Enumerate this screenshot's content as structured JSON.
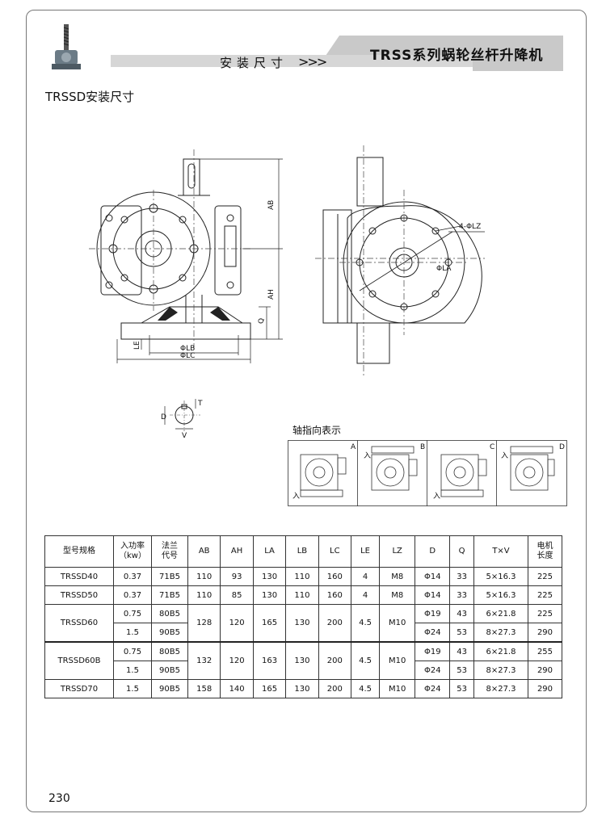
{
  "header": {
    "section_label": "安装尺寸",
    "chevrons": ">>>",
    "series_title": "TRSS系列蜗轮丝杆升降机"
  },
  "subtitle": "TRSSD安装尺寸",
  "drawing_labels": {
    "ab": "AB",
    "ah": "AH",
    "q": "Q",
    "le": "LE",
    "lb": "ΦLB",
    "lc": "ΦLC",
    "lz": "4-ΦLZ",
    "la": "ΦLA",
    "d": "D",
    "t": "T",
    "v": "V"
  },
  "direction": {
    "title": "轴指向表示",
    "panels": [
      "A",
      "B",
      "C",
      "D"
    ],
    "input_label": "入"
  },
  "table": {
    "headers": [
      [
        "型号规格"
      ],
      [
        "入功率",
        "（kw）"
      ],
      [
        "法兰",
        "代号"
      ],
      [
        "AB"
      ],
      [
        "AH"
      ],
      [
        "LA"
      ],
      [
        "LB"
      ],
      [
        "LC"
      ],
      [
        "LE"
      ],
      [
        "LZ"
      ],
      [
        "D"
      ],
      [
        "Q"
      ],
      [
        "T×V"
      ],
      [
        "电机",
        "长度"
      ]
    ],
    "rows": [
      {
        "model": "TRSSD40",
        "power": "0.37",
        "flange": "71B5",
        "ab": "110",
        "ah": "93",
        "la": "130",
        "lb": "110",
        "lc": "160",
        "le": "4",
        "lz": "M8",
        "d": "Φ14",
        "q": "33",
        "tv": "5×16.3",
        "motor": "225"
      },
      {
        "model": "TRSSD50",
        "power": "0.37",
        "flange": "71B5",
        "ab": "110",
        "ah": "85",
        "la": "130",
        "lb": "110",
        "lc": "160",
        "le": "4",
        "lz": "M8",
        "d": "Φ14",
        "q": "33",
        "tv": "5×16.3",
        "motor": "225"
      },
      {
        "model": "TRSSD60",
        "ab": "128",
        "ah": "120",
        "la": "165",
        "lb": "130",
        "lc": "200",
        "le": "4.5",
        "lz": "M10",
        "variants": [
          {
            "power": "0.75",
            "flange": "80B5",
            "d": "Φ19",
            "q": "43",
            "tv": "6×21.8",
            "motor": "225"
          },
          {
            "power": "1.5",
            "flange": "90B5",
            "d": "Φ24",
            "q": "53",
            "tv": "8×27.3",
            "motor": "290"
          }
        ]
      },
      {
        "model": "TRSSD60B",
        "ab": "132",
        "ah": "120",
        "la": "163",
        "lb": "130",
        "lc": "200",
        "le": "4.5",
        "lz": "M10",
        "variants": [
          {
            "power": "0.75",
            "flange": "80B5",
            "d": "Φ19",
            "q": "43",
            "tv": "6×21.8",
            "motor": "255"
          },
          {
            "power": "1.5",
            "flange": "90B5",
            "d": "Φ24",
            "q": "53",
            "tv": "8×27.3",
            "motor": "290"
          }
        ]
      },
      {
        "model": "TRSSD70",
        "power": "1.5",
        "flange": "90B5",
        "ab": "158",
        "ah": "140",
        "la": "165",
        "lb": "130",
        "lc": "200",
        "le": "4.5",
        "lz": "M10",
        "d": "Φ24",
        "q": "53",
        "tv": "8×27.3",
        "motor": "290"
      }
    ]
  },
  "page_number": "230"
}
